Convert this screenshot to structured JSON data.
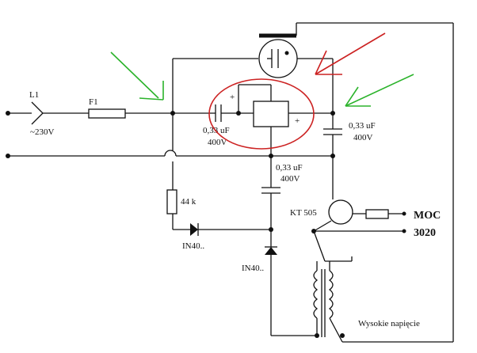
{
  "labels": {
    "l1": "L1",
    "mains": "~230V",
    "f1": "F1",
    "cap1_value": "0,33 uF",
    "cap1_voltage": "400V",
    "cap2_value": "0,33 uF",
    "cap2_voltage": "400V",
    "cap3_value": "0,33 uF",
    "cap3_voltage": "400V",
    "plus": "+",
    "resistor": "44 k",
    "diode1": "IN40..",
    "diode2": "IN40..",
    "transistor": "KT 505",
    "moc_line1": "MOC",
    "moc_line2": "3020",
    "coil": "Wysokie napięcie"
  },
  "colors": {
    "wire": "#111111",
    "highlight_ellipse": "#cc2222",
    "arrow_green": "#2bb32b",
    "arrow_red": "#cc2222"
  },
  "icons": {
    "gas_tube": "neon-gas-discharge-tube-icon",
    "arrow_green": "green-arrow-icon",
    "arrow_red": "red-arrow-icon"
  }
}
